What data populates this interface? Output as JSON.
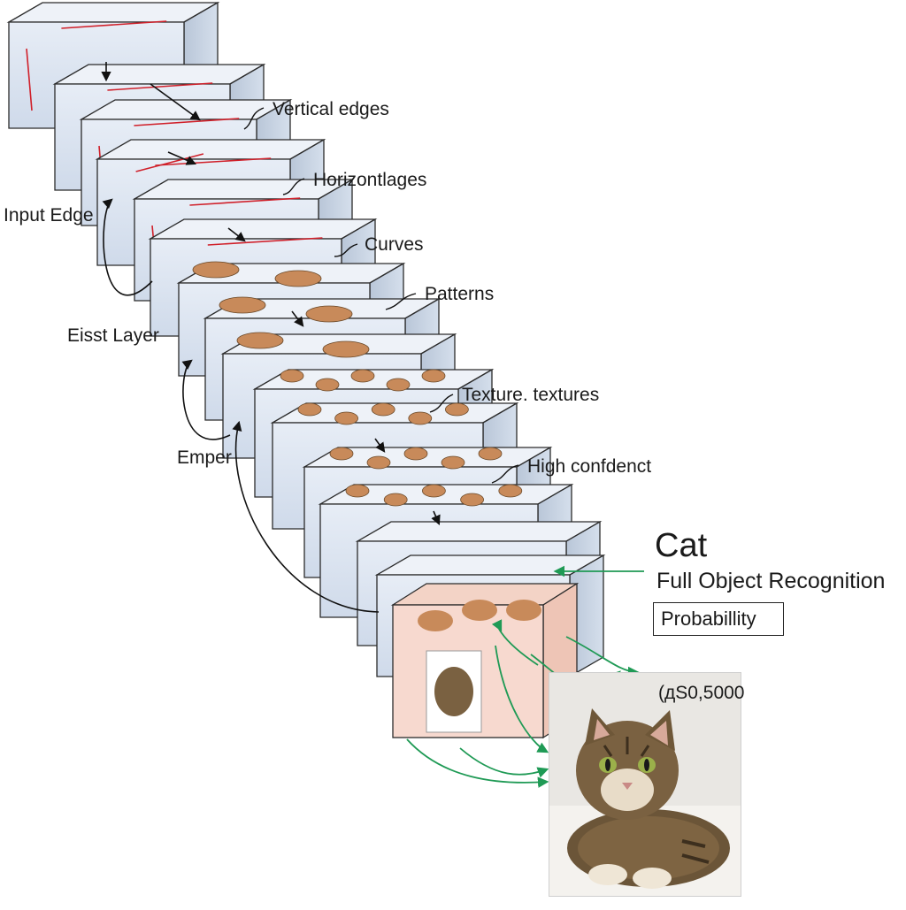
{
  "labels": {
    "vertical_edges": "Vertical edges",
    "horizontal": "Horizontlages",
    "curves": "Curves",
    "patterns": "Patterns",
    "textures": "Texture. textures",
    "high_confidence": "High confdenct",
    "input_edge": "Input Edge",
    "first_layer": "Eisst Layer",
    "emper": "Emper"
  },
  "output": {
    "title": "Cat",
    "subtitle": "Full Object Recognition",
    "probability_label": "Probabillity",
    "photo_number": "(дS0,5000"
  },
  "colors": {
    "layer_fill": "#dfe7f2",
    "layer_edge": "#2b2b2b",
    "edge_feature": "#d0202a",
    "patch": "#c88a5a",
    "arrow_black": "#111111",
    "arrow_green": "#1f9a55",
    "final_fill": "#f7d9cf"
  },
  "icons": [
    "arrow-icon",
    "cat-photo"
  ]
}
